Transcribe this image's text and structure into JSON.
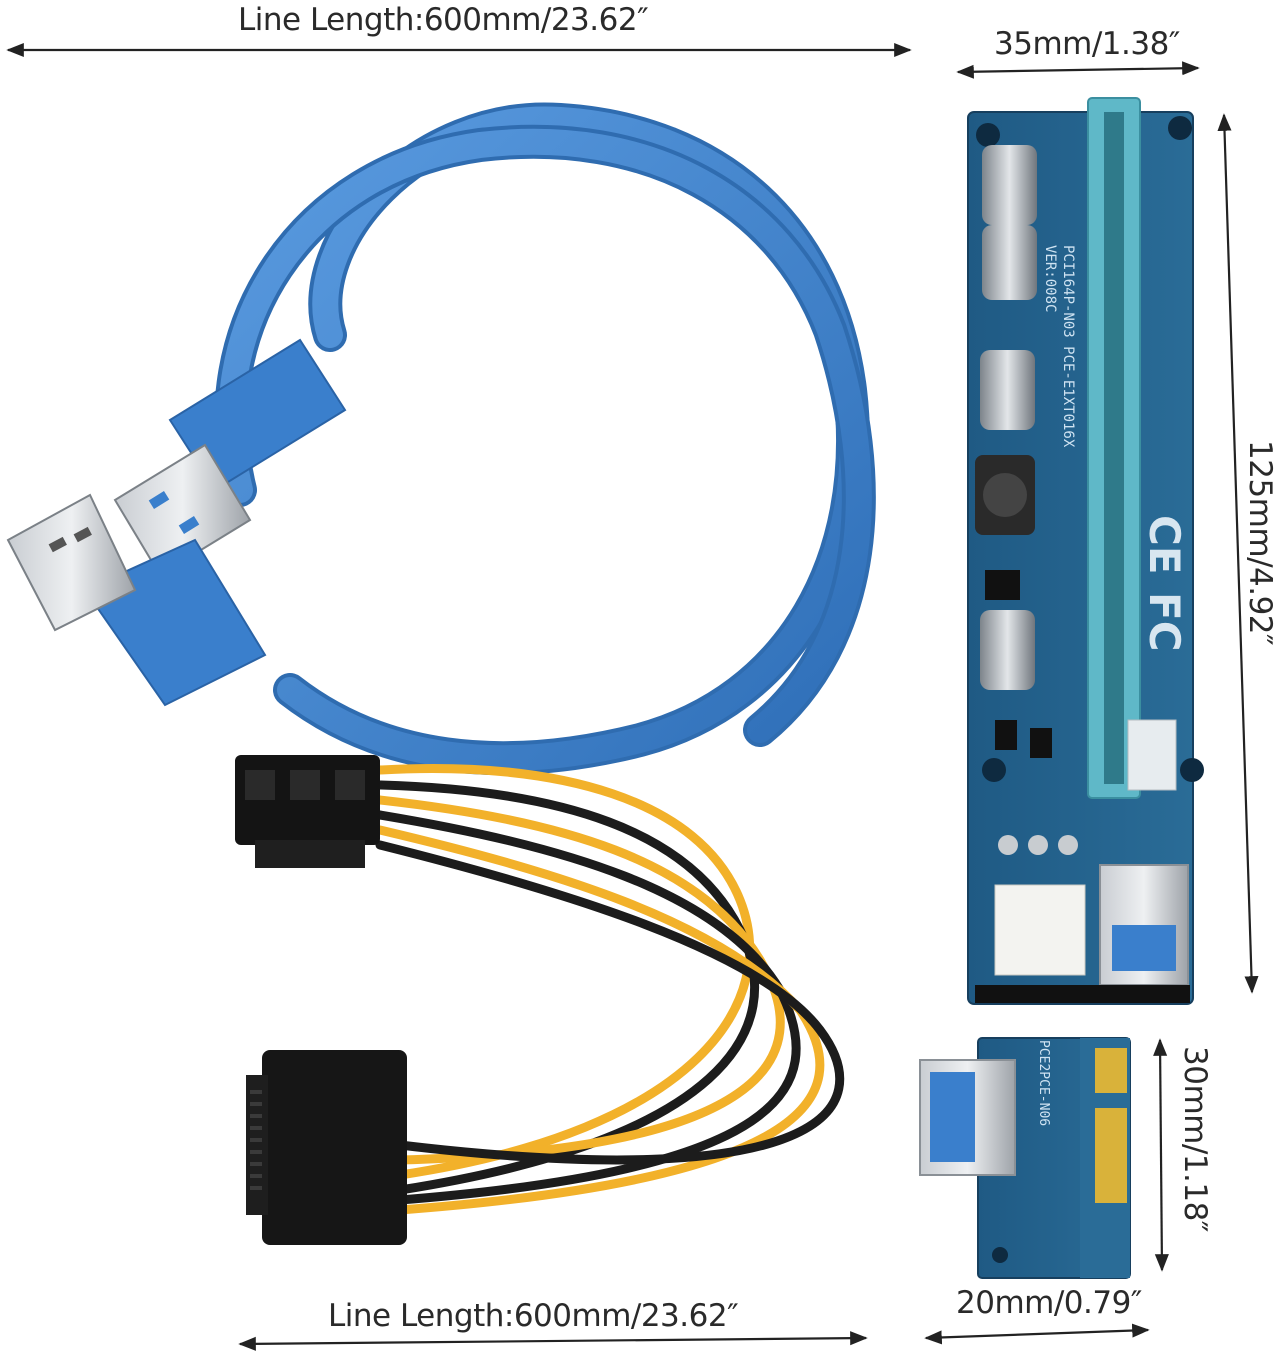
{
  "dimensions": {
    "top_cable": "Line Length:600mm/23.62″",
    "board_width": "35mm/1.38″",
    "board_height": "125mm/4.92″",
    "small_board_height": "30mm/1.18″",
    "small_board_width": "20mm/0.79″",
    "bottom_cable": "Line Length:600mm/23.62″"
  },
  "markings": {
    "riser_model": "PCI164P-N03 PCE-E1XT016X",
    "riser_version": "VER:008C",
    "adapter_model": "PCE2PCE-N06",
    "ce_mark": "CE",
    "fc_mark": "FC"
  },
  "colors": {
    "cable_blue": "#3f82cc",
    "pcb_blue": "#245d86",
    "slot_teal": "#5fb8c8",
    "wire_yellow": "#f2b12a",
    "wire_black": "#1c1c1c",
    "gold_contacts": "#d9b23a"
  }
}
